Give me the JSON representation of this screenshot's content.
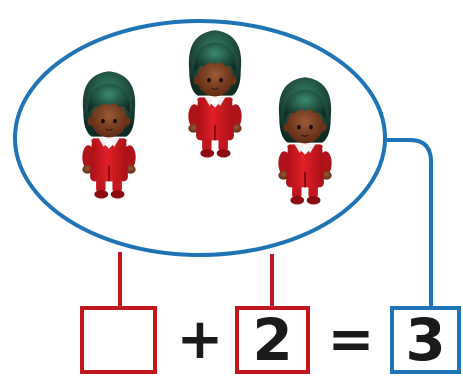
{
  "equation": {
    "first_addend": "",
    "plus_sign": "+",
    "second_addend": "2",
    "equals_sign": "=",
    "total": "3"
  },
  "group": {
    "item_icon": "girl-in-red-overalls-icon",
    "item_count": 3
  },
  "colors": {
    "part_box": "#c0161e",
    "whole_box": "#1f74b5",
    "ellipse": "#1f74b5",
    "overalls": "#d41921",
    "hair": "#1f4d3e",
    "skin": "#7a3a1f"
  }
}
